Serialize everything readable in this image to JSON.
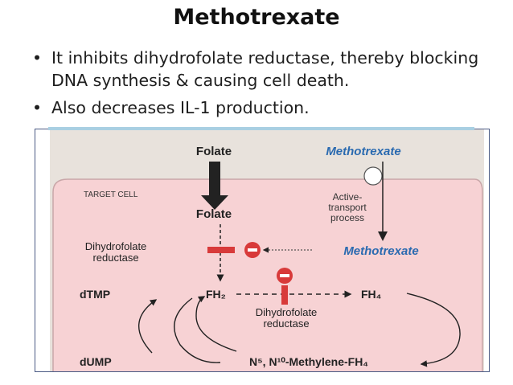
{
  "slide": {
    "title": "Methotrexate",
    "bullets": [
      "It inhibits dihydrofolate reductase, thereby blocking DNA synthesis & causing cell death.",
      "Also decreases IL-1 production."
    ],
    "third_bullet_glyph": "•"
  },
  "diagram": {
    "folate_top": "Folate",
    "methotrexate_top": "Methotrexate",
    "target_cell": "TARGET CELL",
    "active_transport_1": "Active-",
    "active_transport_2": "transport",
    "active_transport_3": "process",
    "folate_inside": "Folate",
    "dhfr_left_1": "Dihydrofolate",
    "dhfr_left_2": "reductase",
    "methotrexate_inside": "Methotrexate",
    "dtmp": "dTMP",
    "fh2": "FH₂",
    "fh4": "FH₄",
    "dhfr_mid_1": "Dihydrofolate",
    "dhfr_mid_2": "reductase",
    "dump": "dUMP",
    "methylene": "N⁵, N¹⁰-Methylene-FH₄",
    "colors": {
      "outside_bg": "#e8e2dc",
      "cell_bg": "#f7d2d4",
      "blue_text": "#2a6ab0",
      "red_block": "#d83a3a"
    }
  }
}
